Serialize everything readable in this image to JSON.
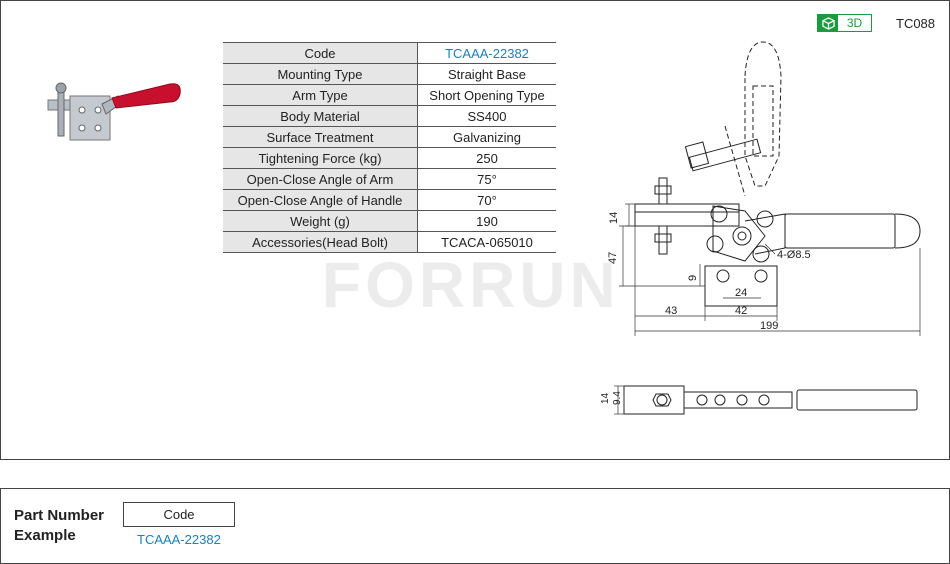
{
  "badge": {
    "label": "3D",
    "icon": "cube-icon",
    "color": "#1a9c3e"
  },
  "model_code": "TC088",
  "spec_rows": [
    {
      "key": "Code",
      "value": "TCAAA-22382"
    },
    {
      "key": "Mounting Type",
      "value": "Straight Base"
    },
    {
      "key": "Arm Type",
      "value": "Short Opening Type"
    },
    {
      "key": "Body Material",
      "value": "SS400"
    },
    {
      "key": "Surface Treatment",
      "value": "Galvanizing"
    },
    {
      "key": "Tightening Force (kg)",
      "value": "250"
    },
    {
      "key": "Open-Close Angle of Arm",
      "value": "75°"
    },
    {
      "key": "Open-Close  Angle of Handle",
      "value": "70°"
    },
    {
      "key": "Weight (g)",
      "value": "190"
    },
    {
      "key": "Accessories(Head Bolt)",
      "value": "TCACA-065010"
    }
  ],
  "watermark": "FORRUN",
  "drawing_dims": {
    "d14_top": "14",
    "d47": "47",
    "d9": "9",
    "d24": "24",
    "d43": "43",
    "d42": "42",
    "d199": "199",
    "hole": "4-Ø8.5",
    "d14_bottom": "14",
    "d94": "9.4"
  },
  "part_number": {
    "label_line1": "Part Number",
    "label_line2": "Example",
    "box_label": "Code",
    "code": "TCAAA-22382"
  },
  "colors": {
    "accent_blue": "#1a7fc1",
    "handle_red": "#c8102e",
    "header_gray": "#e6e6e6"
  }
}
